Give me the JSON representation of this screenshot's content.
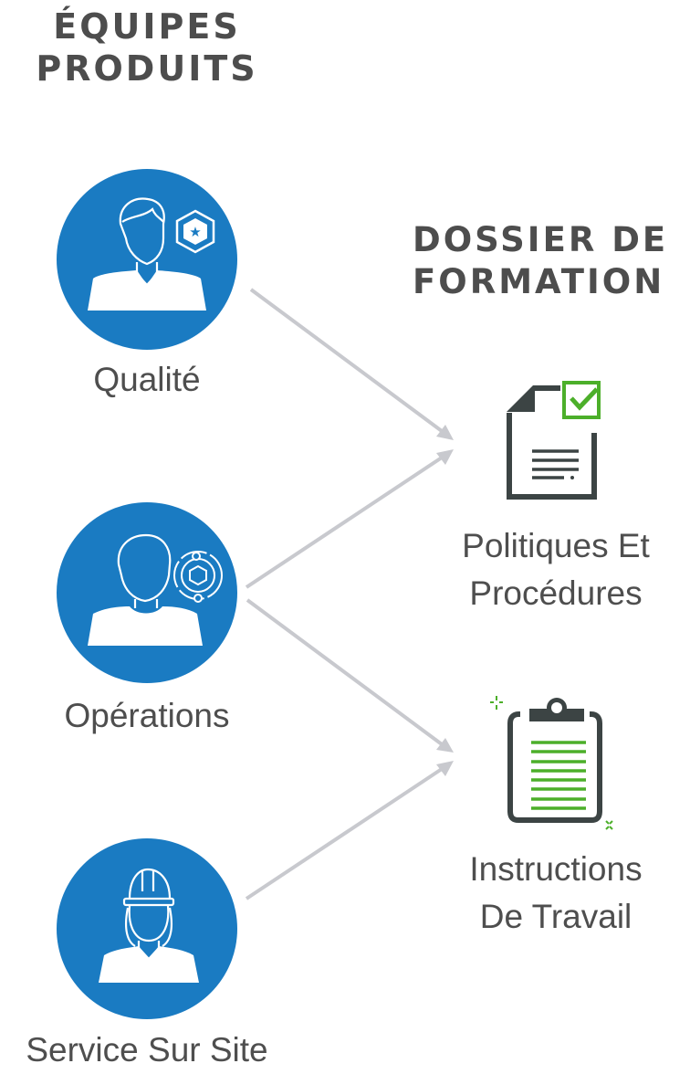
{
  "left_column": {
    "heading": [
      "ÉQUIPES",
      "PRODUITS"
    ],
    "teams": [
      {
        "label": "Qualité",
        "icon": "person-with-star-badge-icon"
      },
      {
        "label": "Opérations",
        "icon": "person-with-orbit-gear-icon"
      },
      {
        "label": "Service Sur Site",
        "icon": "worker-with-hard-hat-icon"
      }
    ]
  },
  "right_column": {
    "heading": [
      "DOSSIER DE",
      "FORMATION"
    ],
    "documents": [
      {
        "label": [
          "Politiques Et",
          "Procédures"
        ],
        "icon": "document-checkmark-icon"
      },
      {
        "label": [
          "Instructions",
          "De Travail"
        ],
        "icon": "clipboard-list-icon"
      }
    ]
  },
  "connections": [
    {
      "from": "Qualité",
      "to": "Politiques Et Procédures"
    },
    {
      "from": "Opérations",
      "to": "Politiques Et Procédures"
    },
    {
      "from": "Opérations",
      "to": "Instructions De Travail"
    },
    {
      "from": "Service Sur Site",
      "to": "Instructions De Travail"
    }
  ],
  "colors": {
    "circle_blue": "#1a7bc2",
    "arrow_gray": "#c8c9ce",
    "text_dark": "#4d4d4d",
    "icon_dark": "#3c4444",
    "accent_green": "#4caf2a"
  }
}
